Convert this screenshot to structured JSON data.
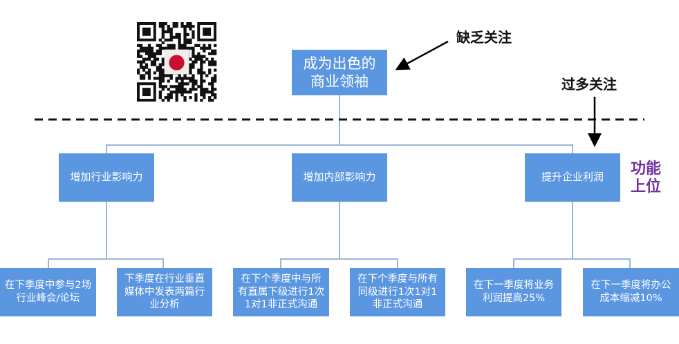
{
  "root": {
    "label": "成为出色的\n商业领袖"
  },
  "annotations": {
    "lacking": "缺乏关注",
    "excessive": "过多关注",
    "function_level": "功能上位"
  },
  "level2": [
    {
      "label": "增加行业影响力"
    },
    {
      "label": "增加内部影响力"
    },
    {
      "label": "提升企业利润"
    }
  ],
  "level3": [
    {
      "label": "在下季度中参与2场行业峰会/论坛"
    },
    {
      "label": "下季度在行业垂直媒体中发表两篇行业分析"
    },
    {
      "label": "在下个季度中与所有直属下级进行1次1对1非正式沟通"
    },
    {
      "label": "在下个季度与所有同级进行1次1对1非正式沟通"
    },
    {
      "label": "在下一季度将业务利润提高25%"
    },
    {
      "label": "在下一季度将办公成本缩减10%"
    }
  ],
  "colors": {
    "box": "#5b96e0",
    "connector": "#9cb4d8",
    "accent": "#7030a0"
  }
}
